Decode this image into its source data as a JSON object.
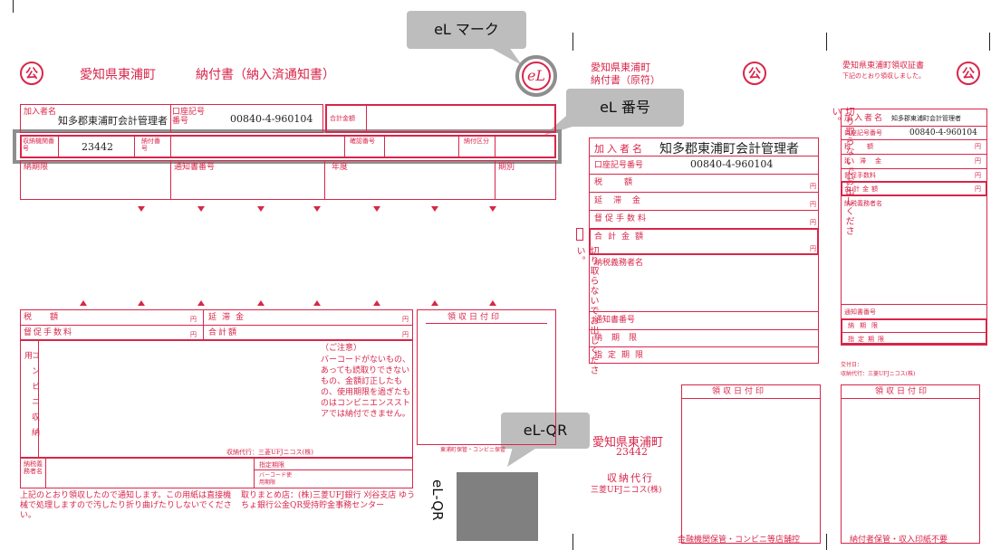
{
  "callouts": {
    "el_mark": "eL マーク",
    "el_number": "eL 番号",
    "el_qr": "eL-QR",
    "el_qr_vertical": "eL-QR"
  },
  "seal_char": "公",
  "el_logo": "eL",
  "main": {
    "town": "愛知県東浦町",
    "title": "納付書（納入済通知書）",
    "subscriber_label": "加入者名",
    "subscriber_name": "知多郡東浦町会計管理者",
    "account_label": "口座記号番号",
    "account_number": "00840-4-960104",
    "total_label": "合計金額",
    "receiving_label": "収納機関番号",
    "receiving_number": "23442",
    "payment_number_label": "納付番号",
    "confirm_label": "確認番号",
    "payment_class_label": "納付区分",
    "deadline_label": "納期限",
    "notice_label": "通知書番号",
    "year_label": "年度",
    "period_label": "期別",
    "tax_label": "税額",
    "tax_unit": "円",
    "late_label": "延滞金",
    "late_unit": "円",
    "fee_label": "督促手数料",
    "fee_unit": "円",
    "total2_label": "合計額",
    "total2_unit": "円",
    "receipt_date_label": "領収日付印",
    "conv_label": "コンビニ収納用",
    "notice_title": "（ご注意）",
    "notice_body": "バーコードがないもの、あっても読取りできないもの、金額訂正したもの、使用期限を過ぎたものはコンビニエンスストアでは納付できません。",
    "agent_small": "収納代行：三菱UFJニコス(株)",
    "keeper_small": "東浦町保管・コンビニ保管",
    "taxpayer_label": "納税義務者名",
    "designated_label": "指定期限",
    "barcode_deadline": "バーコード使用期限",
    "footer_left": "上記のとおり領収したので通知します。この用紙は直接機械で処理しますので汚したり折り曲げたりしないでください。",
    "footer_right": "取りまとめ店：(株)三菱UFJ銀行 刈谷支店 ゆうちょ銀行公金QR受持貯金事務センター"
  },
  "middle": {
    "town": "愛知県東浦町",
    "title": "納付書（原符）",
    "subscriber_label": "加入者名",
    "subscriber_name": "知多郡東浦町会計管理者",
    "account_label": "口座記号番号",
    "account_number": "00840-4-960104",
    "tax_label": "税額",
    "late_label": "延滞金",
    "fee_label": "督促手数料",
    "total_label": "合計金額",
    "unit": "円",
    "taxpayer_label": "納税義務者名",
    "notice_label": "通知書番号",
    "deadline_label": "納期限",
    "designated_label": "指定期限",
    "cut_text": "切り取らないでお出しください。",
    "town2": "愛知県東浦町",
    "number2": "23442",
    "agent_title": "収納代行",
    "agent_name": "三菱UFJニコス(株)",
    "receipt_date_label": "領収日付印",
    "footer": "金融機関保管・コンビニ等店舗控"
  },
  "right": {
    "title": "愛知県東浦町領収証書",
    "subtitle": "下記のとおり領収しました。",
    "subscriber_label": "加入者名",
    "subscriber_name": "知多郡東浦町会計管理者",
    "account_label": "口座記号番号",
    "account_number": "00840-4-960104",
    "tax_label": "税額",
    "late_label": "延滞金",
    "fee_label": "督促手数料",
    "total_label": "合計金額",
    "unit": "円",
    "taxpayer_label": "納税義務者名",
    "notice_label": "通知書番号",
    "deadline_label": "納期限",
    "designated_label": "指定期限",
    "cut_text": "切り取らないでお出しください。",
    "issue_date_label": "交付日：",
    "agent_small": "収納代行：三菱UFJニコス(株)",
    "receipt_date_label": "領収日付印",
    "footer": "納付者保管・収入印紙不要"
  }
}
